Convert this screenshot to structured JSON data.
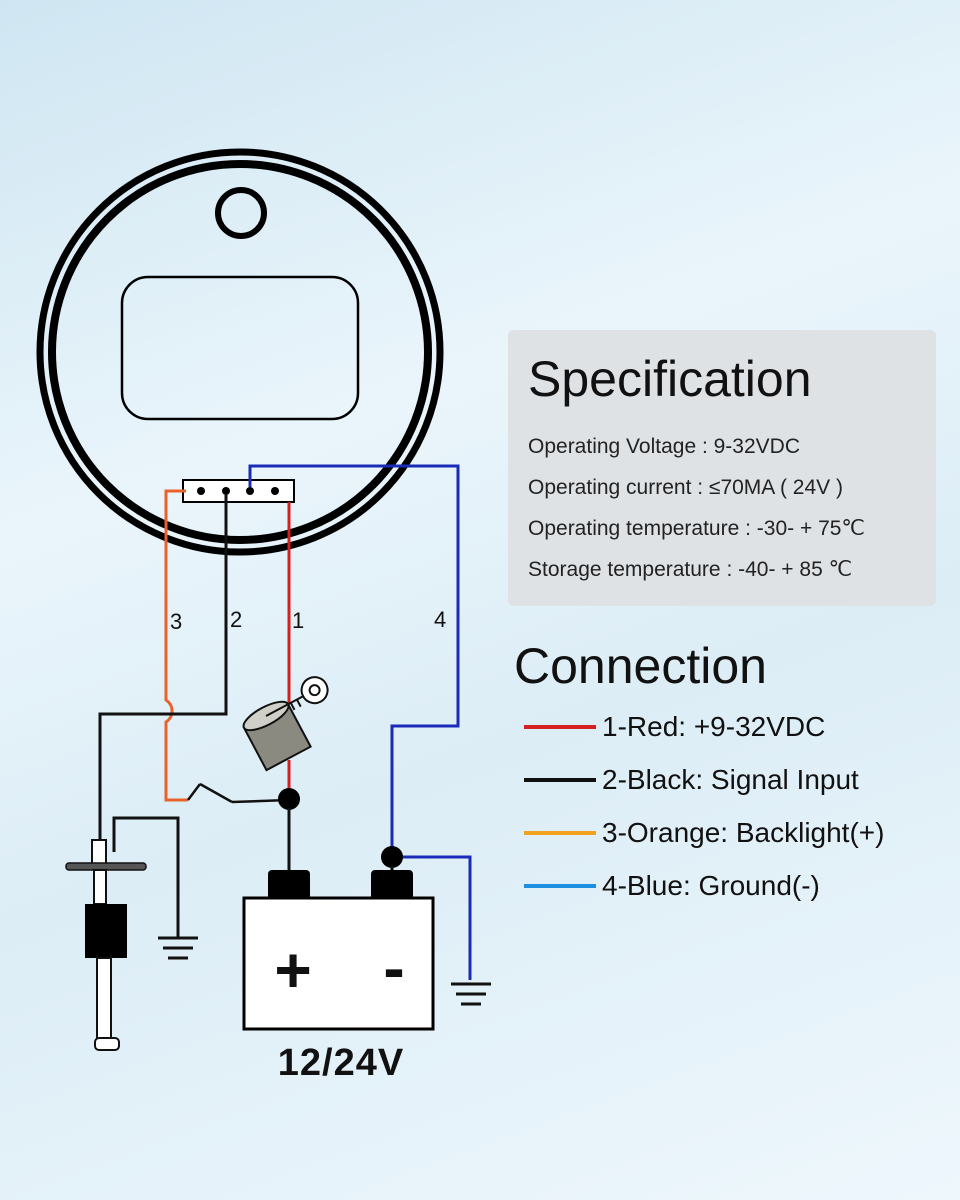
{
  "specification": {
    "title": "Specification",
    "lines": [
      "Operating Voltage : 9-32VDC",
      "Operating current : ≤70MA ( 24V )",
      "Operating temperature : -30- + 75℃",
      "Storage temperature : -40- + 85 ℃"
    ]
  },
  "connection": {
    "title": "Connection",
    "items": [
      {
        "label": "1-Red: +9-32VDC",
        "color": "#d42020"
      },
      {
        "label": "2-Black: Signal Input",
        "color": "#111111"
      },
      {
        "label": "3-Orange: Backlight(+)",
        "color": "#f2a21c"
      },
      {
        "label": "4-Blue: Ground(-)",
        "color": "#1e8fe0"
      }
    ]
  },
  "wires": {
    "w1": "1",
    "w2": "2",
    "w3": "3",
    "w4": "4",
    "red": "#d42020",
    "black": "#111111",
    "orange": "#e8622a",
    "blue": "#1a2bb8"
  },
  "battery": {
    "plus": "+",
    "minus": "-",
    "voltage": "12/24V"
  }
}
